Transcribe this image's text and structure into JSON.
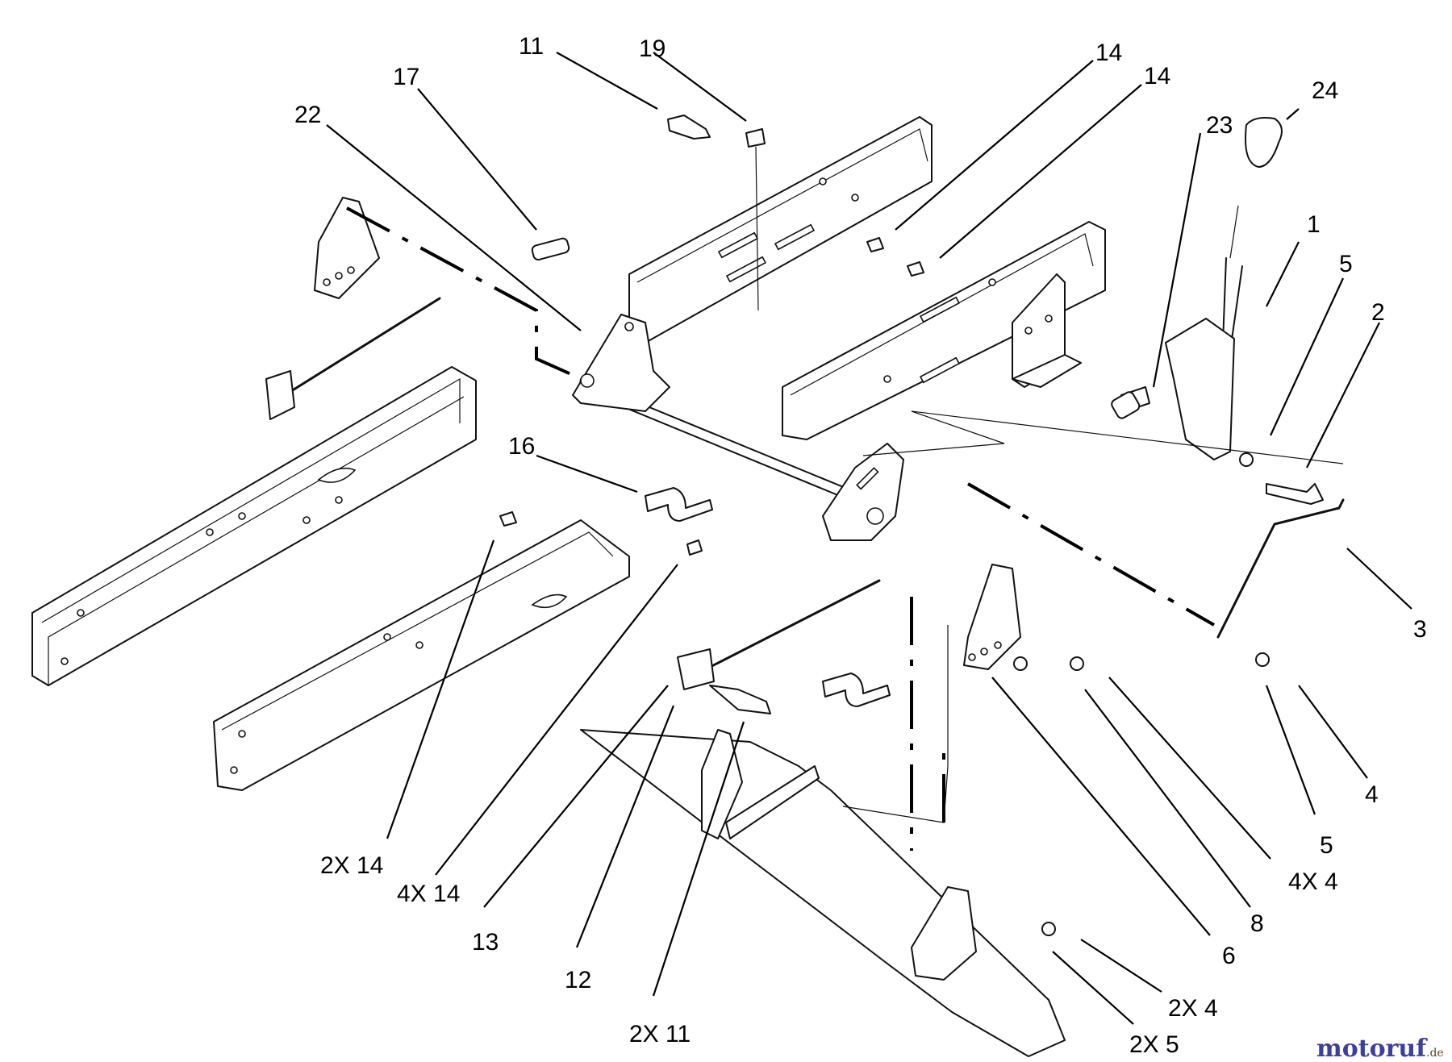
{
  "labels": {
    "p11": "11",
    "p19": "19",
    "p14a": "14",
    "p14b": "14",
    "p17": "17",
    "p22": "22",
    "p24": "24",
    "p23": "23",
    "p1": "1",
    "p5a": "5",
    "p2": "2",
    "p16": "16",
    "p3": "3",
    "p4": "4",
    "p5b": "5",
    "p4x4": "4X 4",
    "p8": "8",
    "p6": "6",
    "p2x14": "2X 14",
    "p4x14": "4X 14",
    "p13": "13",
    "p12": "12",
    "p2x11": "2X 11",
    "p2x4": "2X 4",
    "p2x5": "2X 5"
  },
  "watermark": {
    "brand": "motoruf",
    "suffix": ".de"
  },
  "colors": {
    "line": "#111111",
    "watermark_brand": "#3b3f9e"
  }
}
